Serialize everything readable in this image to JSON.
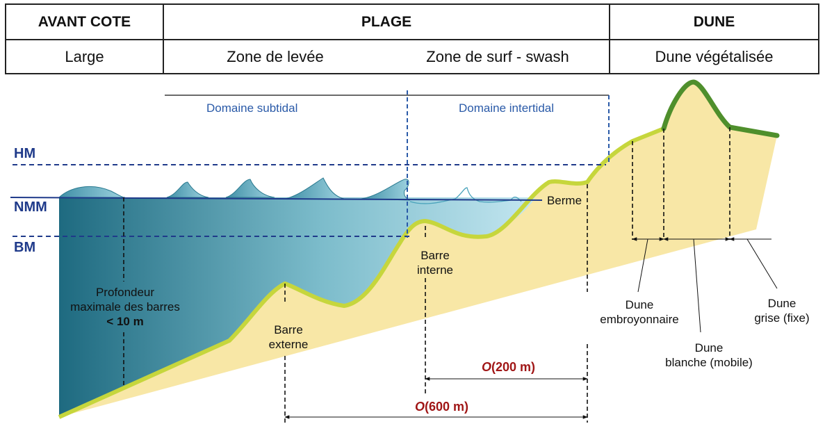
{
  "header": {
    "zones": [
      {
        "title": "AVANT COTE",
        "subzones": [
          "Large"
        ]
      },
      {
        "title": "PLAGE",
        "subzones": [
          "Zone de levée",
          "Zone de surf - swash"
        ]
      },
      {
        "title": "DUNE",
        "subzones": [
          "Dune végétalisée"
        ]
      }
    ]
  },
  "domains": {
    "subtidal": "Domaine subtidal",
    "intertidal": "Domaine intertidal"
  },
  "levels": {
    "hm": "HM",
    "nmm": "NMM",
    "bm": "BM"
  },
  "labels": {
    "depth_line1": "Profondeur",
    "depth_line2": "maximale des barres",
    "depth_line3": "< 10 m",
    "outer_bar_line1": "Barre",
    "outer_bar_line2": "externe",
    "inner_bar_line1": "Barre",
    "inner_bar_line2": "interne",
    "berm": "Berme",
    "embryo_line1": "Dune",
    "embryo_line2": "embroyonnaire",
    "white_line1": "Dune",
    "white_line2": "blanche (mobile)",
    "grey_line1": "Dune",
    "grey_line2": "grise (fixe)"
  },
  "scales": {
    "short_prefix": "O",
    "short_value": "(200 m)",
    "long_prefix": "O",
    "long_value": "(600 m)"
  },
  "colors": {
    "water_deep": "#1e6a80",
    "water_light": "#bde5f0",
    "sand": "#f8e7a6",
    "sand_edge": "#c6d63c",
    "vegetation": "#4f8f2c",
    "level_lines": "#1f3a8a",
    "scale_text": "#a01616"
  }
}
